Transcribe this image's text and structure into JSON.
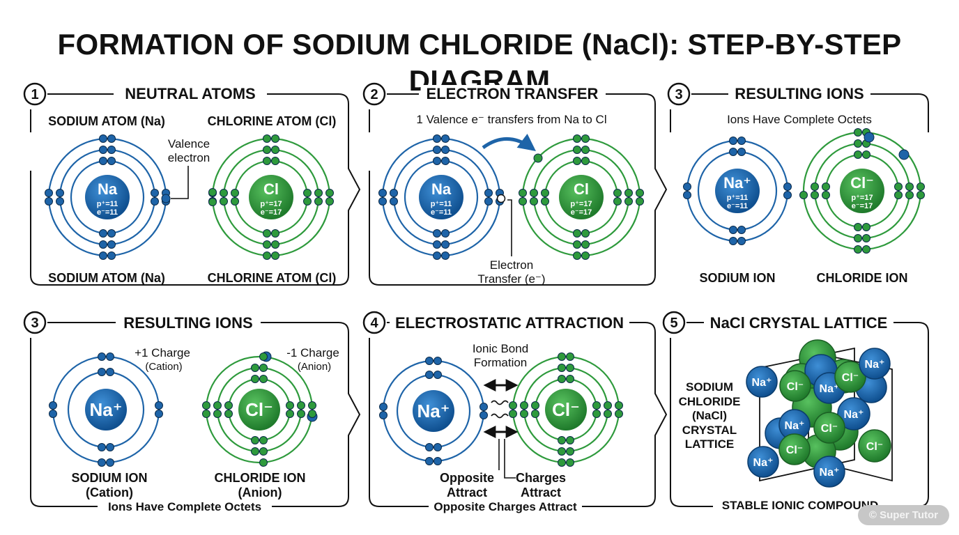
{
  "title": "FORMATION OF SODIUM CHLORIDE (NaCl): STEP-BY-STEP DIAGRAM",
  "panels": [
    {
      "number": "1",
      "title": "NEUTRAL ATOMS",
      "label_tl": "SODIUM ATOM (Na)",
      "label_tr": "CHLORINE ATOM (Cl)",
      "label_bl": "SODIUM ATOM (Na)",
      "label_br": "CHLORINE ATOM (Cl)",
      "note": "Valence\nelectron"
    },
    {
      "number": "2",
      "title": "ELECTRON TRANSFER",
      "caption": "1 Valence e⁻ transfers from Na to Cl",
      "note": "Electron\nTransfer (e⁻)"
    },
    {
      "number": "3",
      "title": "RESULTING IONS",
      "caption": "Ions Have Complete Octets",
      "label_l": "SODIUM ION",
      "label_r": "CHLORIDE ION"
    },
    {
      "number": "3",
      "title": "RESULTING IONS",
      "charge_l": "+1 Charge",
      "charge_l_sub": "(Cation)",
      "charge_r": "-1 Charge",
      "charge_r_sub": "(Anion)",
      "label_l": "SODIUM ION\n(Cation)",
      "label_r": "CHLORIDE ION\n(Anion)",
      "footer": "Ions Have Complete Octets"
    },
    {
      "number": "4",
      "title": "ELECTROSTATIC ATTRACTION",
      "bond": "Ionic Bond\nFormation",
      "label_l": "Opposite\nAttract",
      "label_r": "Charges\nAttract",
      "footer": "Opposite Charges Attract"
    },
    {
      "number": "5",
      "title": "NaCl CRYSTAL LATTICE",
      "side": "SODIUM\nCHLORIDE\n(NaCl)\nCRYSTAL\nLATTICE",
      "footer": "STABLE IONIC COMPOUND"
    }
  ],
  "nuclei": {
    "na": "Na",
    "cl": "Cl",
    "na_ion": "Na⁺",
    "cl_ion": "Cl⁻",
    "na_counts": "p⁺=11\ne⁻=11",
    "cl_counts": "p⁺=17\ne⁻=17"
  },
  "lattice_ions": {
    "na": "Na⁺",
    "cl": "Cl⁻"
  },
  "watermark": "© Super Tutor",
  "colors": {
    "sodium": "#1e64a8",
    "chlorine": "#2e9a3c",
    "dark": "#111111"
  }
}
